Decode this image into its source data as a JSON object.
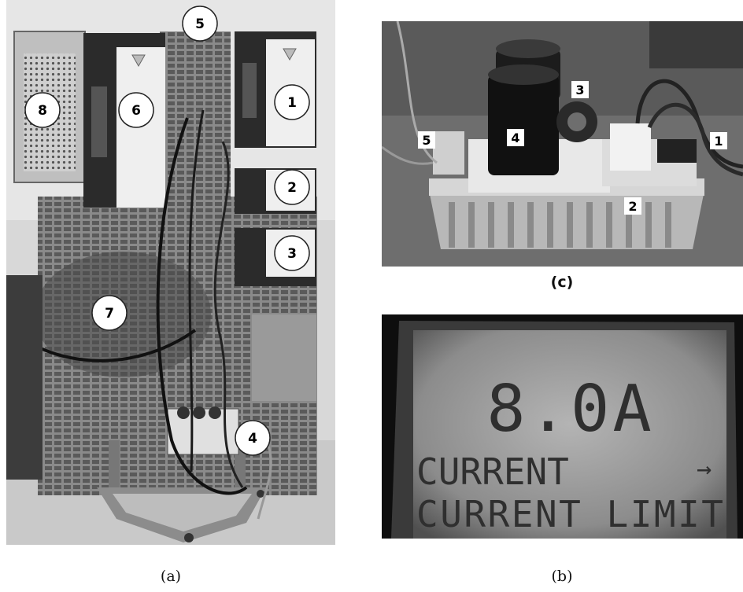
{
  "panel_a": {
    "caption": "(a)",
    "markers": [
      "1",
      "2",
      "3",
      "4",
      "5",
      "6",
      "7",
      "8"
    ]
  },
  "panel_b": {
    "caption": "(b)",
    "lcd_value": "8.0A",
    "lcd_line1": "CURRENT",
    "lcd_arrow": "→",
    "lcd_line2": "CURRENT LIMIT"
  },
  "panel_c": {
    "caption": "(c)",
    "labels": [
      "1",
      "2",
      "3",
      "4",
      "5"
    ]
  }
}
